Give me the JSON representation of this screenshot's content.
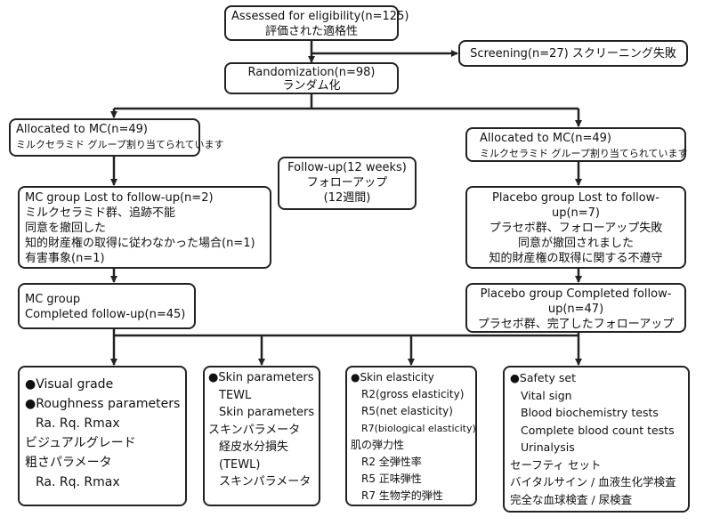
{
  "assessed": {
    "line1": "Assessed for eligibility(n=125)",
    "line2": "評価された適格性"
  },
  "screening": {
    "text": "Screening(n=27) スクリーニング失敗"
  },
  "randomization": {
    "line1": "Randomization(n=98)",
    "line2": "ランダム化"
  },
  "alloc_mc": {
    "line1": "Allocated to MC(n=49)",
    "line2": "ミルクセラミド グループ割り当てられています"
  },
  "alloc_placebo": {
    "line1": "Allocated to MC(n=49)",
    "line2": "ミルクセラミド グループ割り当てられています"
  },
  "followup": {
    "line1": "Follow-up(12 weeks)",
    "line2": "フォローアップ",
    "line3": "(12週間)"
  },
  "mc_lost": {
    "line1": "MC group Lost to follow-up(n=2)",
    "line2": "ミルクセラミド群、追跡不能",
    "line3": "同意を撤回した",
    "line4": "知的財産権の取得に従わなかった場合(n=1)",
    "line5": "有害事象(n=1)"
  },
  "placebo_lost": {
    "line1": "Placebo group   Lost to follow-",
    "line2": "up(n=7)",
    "line3": "プラセボ群、フォローアップ失敗",
    "line4": "同意が撤回されました",
    "line5": "知的財産権の取得に関する不遵守"
  },
  "mc_completed": {
    "line1": "MC group",
    "line2": "Completed follow-up(n=45)"
  },
  "placebo_completed": {
    "line1": "Placebo group   Completed follow-",
    "line2": "up(n=47)",
    "line3": "プラセボ群、完了したフォローアップ"
  },
  "visual": {
    "line1": "●Visual grade",
    "line2": "●Roughness parameters",
    "line3": "Ra.  Rq.  Rmax",
    "line4": "ビジュアルグレード",
    "line5": "粗さパラメータ",
    "line6": "Ra.  Rq.  Rmax"
  },
  "skin_params": {
    "line1": "●Skin parameters",
    "line2": "TEWL",
    "line3": "Skin parameters",
    "line4": "スキンパラメータ",
    "line5": "経皮水分損失",
    "line6": "(TEWL)",
    "line7": "スキンパラメータ"
  },
  "elasticity": {
    "line1": "●Skin elasticity",
    "line2": "R2(gross elasticity)",
    "line3": "R5(net elasticity)",
    "line4": "R7(biological elasticity)",
    "line5": "肌の弾力性",
    "line6": "R2  全弾性率",
    "line7": "R5  正味弾性",
    "line8": "R7  生物学的弾性"
  },
  "safety": {
    "line1": "●Safety set",
    "line2": "Vital sign",
    "line3": "Blood biochemistry tests",
    "line4": "Complete blood count tests",
    "line5": "Urinalysis",
    "line6": "セーフティ  セット",
    "line7": "バイタルサイン  / 血液生化学検査",
    "line8": "完全な血球検査  / 尿検査"
  }
}
